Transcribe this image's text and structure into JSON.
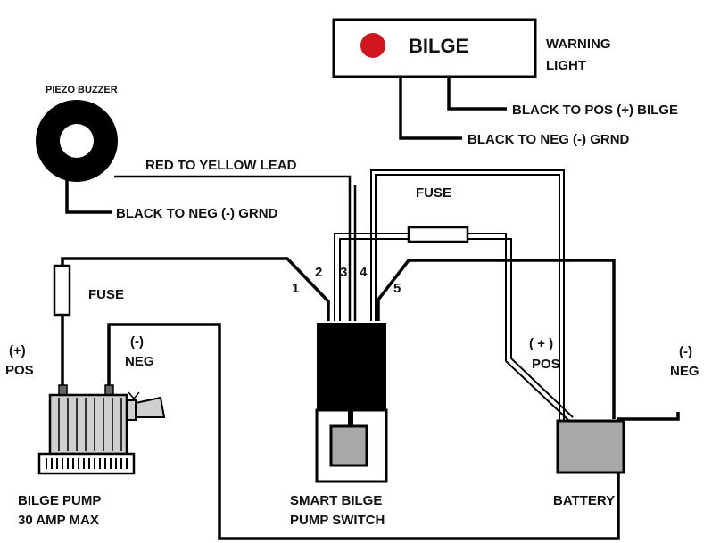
{
  "warning_light": {
    "label": "BILGE",
    "caption_line1": "WARNING",
    "caption_line2": "LIGHT",
    "lamp_color": "#d0161c"
  },
  "piezo": {
    "title": "PIEZO BUZZER"
  },
  "wire_labels": {
    "black_pos_bilge": "BLACK TO POS (+) BILGE",
    "black_neg_grnd_light": "BLACK TO NEG (-) GRND",
    "red_to_yellow": "RED TO YELLOW LEAD",
    "black_neg_grnd_buzzer": "BLACK TO NEG (-) GRND"
  },
  "fuse_top": "FUSE",
  "fuse_left": "FUSE",
  "terminals": [
    "1",
    "2",
    "3",
    "4",
    "5"
  ],
  "pump": {
    "pos_line1": "(+)",
    "pos_line2": "POS",
    "neg_line1": "(-)",
    "neg_line2": "NEG",
    "name_line1": "BILGE PUMP",
    "name_line2": "30 AMP MAX"
  },
  "switch": {
    "name_line1": "SMART BILGE",
    "name_line2": "PUMP SWITCH"
  },
  "battery": {
    "pos_line1": "( + )",
    "pos_line2": "POS",
    "neg_line1": "(-)",
    "neg_line2": "NEG",
    "name": "BATTERY",
    "body_color": "#a8a8a8"
  }
}
